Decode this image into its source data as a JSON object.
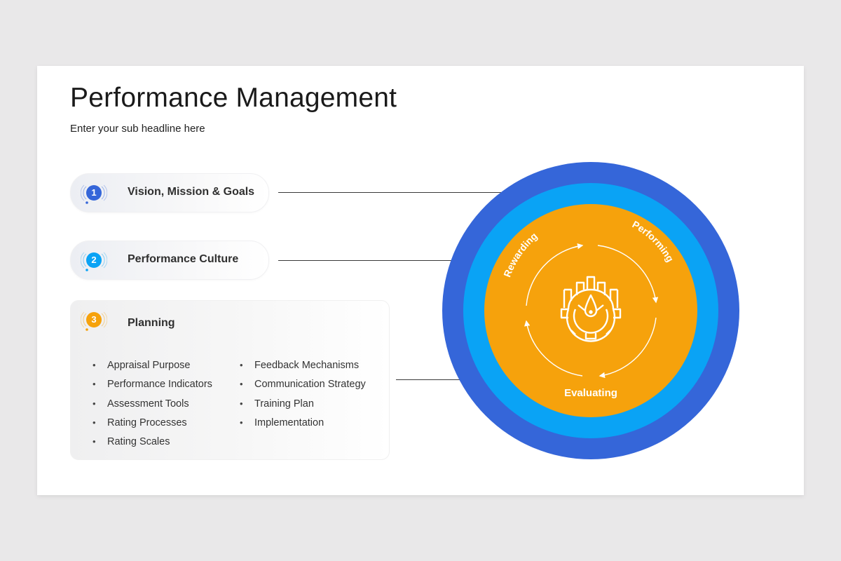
{
  "slide": {
    "title": "Performance Management",
    "subtitle": "Enter your sub headline here"
  },
  "items": [
    {
      "number": "1",
      "label": "Vision, Mission & Goals",
      "color": "#3566d9"
    },
    {
      "number": "2",
      "label": "Performance Culture",
      "color": "#0aa3f5"
    },
    {
      "number": "3",
      "label": "Planning",
      "color": "#f6a20c"
    }
  ],
  "planning_bullets": {
    "column1": [
      "Appraisal Purpose",
      "Performance Indicators",
      "Assessment Tools",
      "Rating Processes",
      "Rating Scales"
    ],
    "column2": [
      "Feedback Mechanisms",
      "Communication Strategy",
      "Training Plan",
      "Implementation"
    ]
  },
  "cycle": {
    "center_icon": "gear-drop-chart-icon",
    "stages": [
      "Rewarding",
      "Performing",
      "Evaluating"
    ]
  },
  "colors": {
    "outer_ring": "#3566d9",
    "middle_ring": "#0aa3f5",
    "inner_circle": "#f6a20c",
    "background": "#e9e8e9",
    "slide": "#ffffff"
  }
}
